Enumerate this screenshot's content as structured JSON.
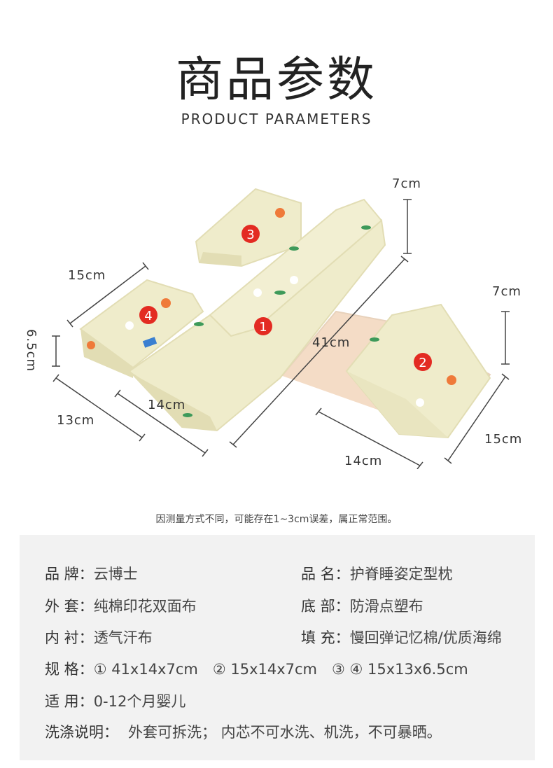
{
  "header": {
    "title": "商品参数",
    "subtitle": "PRODUCT PARAMETERS"
  },
  "figure": {
    "dims": {
      "top_height": "7cm",
      "right_height": "7cm",
      "left_width": "15cm",
      "left_height": "6.5cm",
      "left_depth": "13cm",
      "left_length": "14cm",
      "main_length": "41cm",
      "right_length": "14cm",
      "right_depth": "15cm"
    },
    "markers": [
      "1",
      "2",
      "3",
      "4"
    ],
    "colors": {
      "fabric": "#efeccb",
      "fabric_shade": "#e2ddb4",
      "inner": "#f4dcc6",
      "marker": "#e32b22"
    }
  },
  "note": "因测量方式不同，可能存在1~3cm误差，属正常范围。",
  "params": {
    "brand_label": "品 牌：",
    "brand_value": "云博士",
    "name_label": "品 名：",
    "name_value": "护脊睡姿定型枕",
    "cover_label": "外 套：",
    "cover_value": "纯棉印花双面布",
    "bottom_label": "底 部：",
    "bottom_value": "防滑点塑布",
    "lining_label": "内 衬：",
    "lining_value": "透气汗布",
    "filling_label": "填 充：",
    "filling_value": "慢回弹记忆棉/优质海绵",
    "spec_label": "规 格：",
    "spec_value": "① 41x14x7cm　② 15x14x7cm　③ ④ 15x13x6.5cm",
    "suitable_label": "适 用：",
    "suitable_value": "0-12个月婴儿",
    "wash_label": "洗涤说明：",
    "wash_value": "外套可拆洗；  内芯不可水洗、机洗，不可暴晒。"
  }
}
